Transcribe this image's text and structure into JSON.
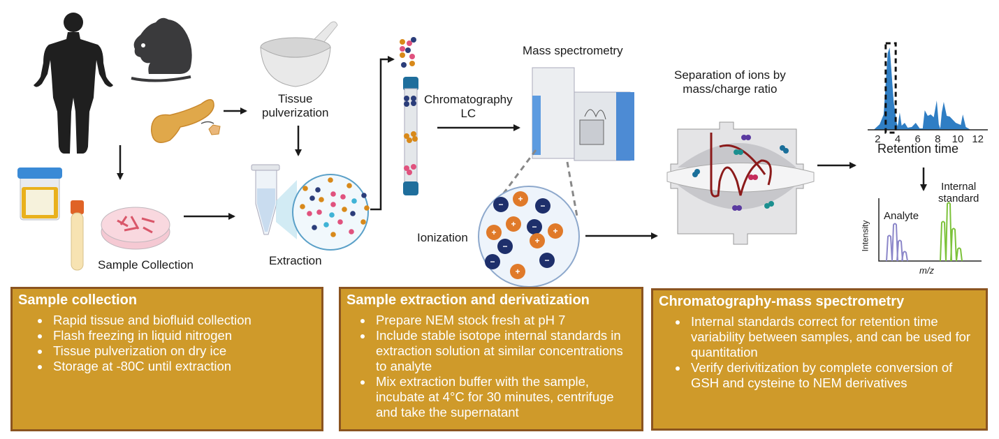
{
  "labels": {
    "sample_collection": "Sample Collection",
    "tissue_pulverization": [
      "Tissue",
      "pulverization"
    ],
    "extraction": "Extraction",
    "chromatography": [
      "Chromatography",
      "LC"
    ],
    "mass_spectrometry": "Mass spectrometry",
    "ionization": "Ionization",
    "separation": [
      "Separation of ions by",
      "mass/charge ratio"
    ],
    "retention_time": "Retention time",
    "analyte": "Analyte",
    "internal_standard": [
      "Internal",
      "standard"
    ],
    "intensity": "Intensity",
    "mz": "m/z"
  },
  "chromatogram": {
    "x_ticks": [
      "2",
      "4",
      "6",
      "8",
      "10",
      "12"
    ],
    "highlight_range": [
      2.8,
      3.8
    ]
  },
  "ions": {
    "positive": "+",
    "negative": "−"
  },
  "colors": {
    "box_fill": "#cf9a2a",
    "box_border": "#8b5420",
    "chromatogram": "#2f7ec4",
    "analyte_peaks": "#8b86c9",
    "standard_peaks": "#7cc23a",
    "ion_positive": "#e07a2a",
    "ion_negative": "#1e2f6b",
    "separation_path": "#8b1a1a"
  },
  "boxes": [
    {
      "title": "Sample collection",
      "bullets": [
        "Rapid tissue and biofluid collection",
        "Flash freezing in liquid nitrogen",
        "Tissue pulverization on dry ice",
        "Storage at -80C until extraction"
      ]
    },
    {
      "title": "Sample extraction and derivatization",
      "bullets": [
        "Prepare NEM stock fresh at pH 7",
        "Include stable isotope internal standards in extraction solution at similar concentrations to analyte",
        "Mix extraction buffer with the sample, incubate at 4°C for 30 minutes, centrifuge and take the supernatant"
      ]
    },
    {
      "title": "Chromatography-mass spectrometry",
      "bullets": [
        "Internal standards correct for retention time variability between samples, and can be used for quantitation",
        "Verify derivitization by complete conversion of GSH and cysteine to NEM derivatives"
      ]
    }
  ]
}
